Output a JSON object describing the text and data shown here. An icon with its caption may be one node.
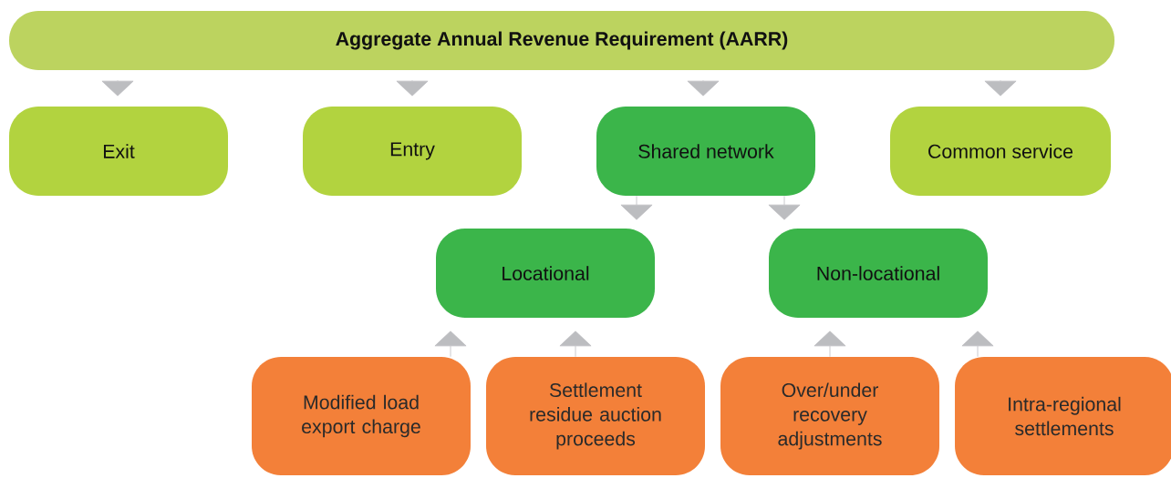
{
  "diagram": {
    "nodes": [
      {
        "text": [
          "Aggregate Annual Revenue Requirement (AARR)"
        ]
      },
      {
        "text": [
          "Exit"
        ]
      },
      {
        "text": [
          "Entry"
        ]
      },
      {
        "text": [
          "Shared network"
        ]
      },
      {
        "text": [
          "Common service"
        ]
      },
      {
        "text": [
          "Locational"
        ]
      },
      {
        "text": [
          "Non-locational"
        ]
      },
      {
        "text": [
          "Modified load export charge"
        ]
      },
      {
        "text": [
          "Settlement residue auction proceeds"
        ]
      },
      {
        "text": [
          "Over/under recovery adjustments"
        ]
      },
      {
        "text": [
          "Intra-regional settlements"
        ]
      }
    ],
    "edges": [
      {
        "from": 0,
        "to": 1,
        "arrow": "to"
      },
      {
        "from": 0,
        "to": 2,
        "arrow": "to"
      },
      {
        "from": 0,
        "to": 3,
        "arrow": "to"
      },
      {
        "from": 0,
        "to": 4,
        "arrow": "to"
      },
      {
        "from": 3,
        "to": 5,
        "arrow": "to"
      },
      {
        "from": 3,
        "to": 6,
        "arrow": "to"
      },
      {
        "from": 7,
        "to": 5,
        "arrow": "to"
      },
      {
        "from": 8,
        "to": 5,
        "arrow": "to"
      },
      {
        "from": 9,
        "to": 6,
        "arrow": "to"
      },
      {
        "from": 10,
        "to": 6,
        "arrow": "to"
      }
    ]
  }
}
